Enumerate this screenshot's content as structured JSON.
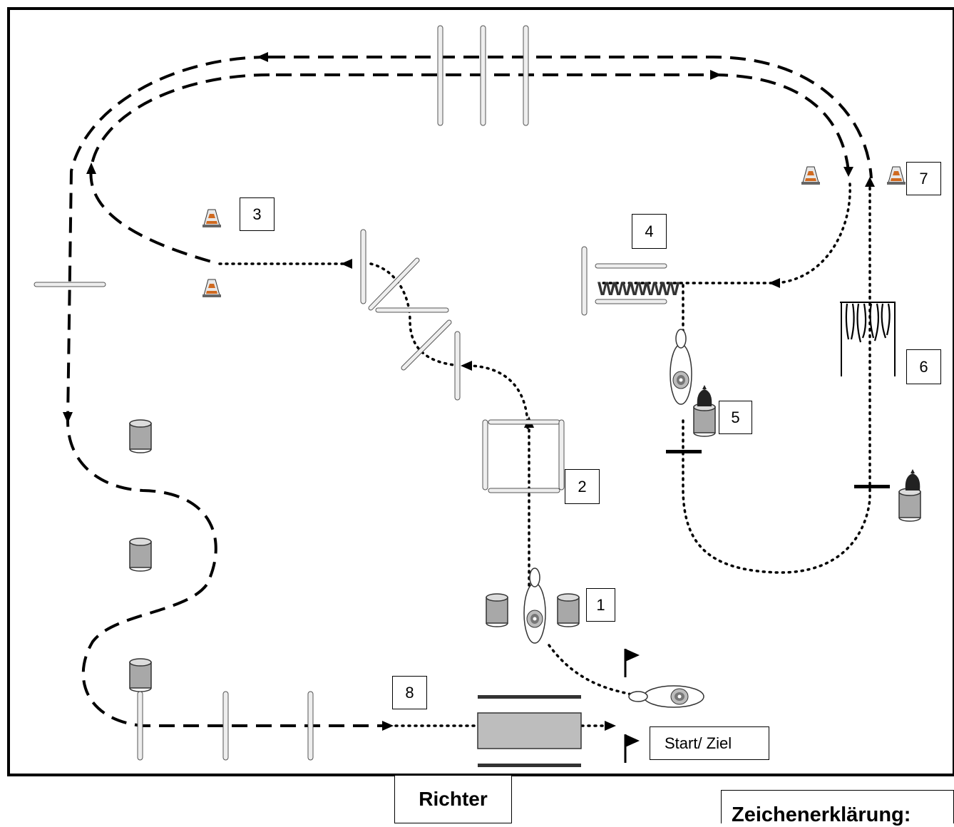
{
  "stations": [
    {
      "id": "station-1",
      "label": "1"
    },
    {
      "id": "station-2",
      "label": "2"
    },
    {
      "id": "station-3",
      "label": "3"
    },
    {
      "id": "station-4",
      "label": "4"
    },
    {
      "id": "station-5",
      "label": "5"
    },
    {
      "id": "station-6",
      "label": "6"
    },
    {
      "id": "station-7",
      "label": "7"
    },
    {
      "id": "station-8",
      "label": "8"
    }
  ],
  "start_finish_label": "Start/ Ziel",
  "judge_label": "Richter",
  "legend_title": "Zeichenerklärung:",
  "colors": {
    "line": "#000000",
    "pole": "#e8e8e8",
    "barrel": "#a8a8a8",
    "mat": "#bdbdbd",
    "cone_orange": "#e07a2a"
  }
}
